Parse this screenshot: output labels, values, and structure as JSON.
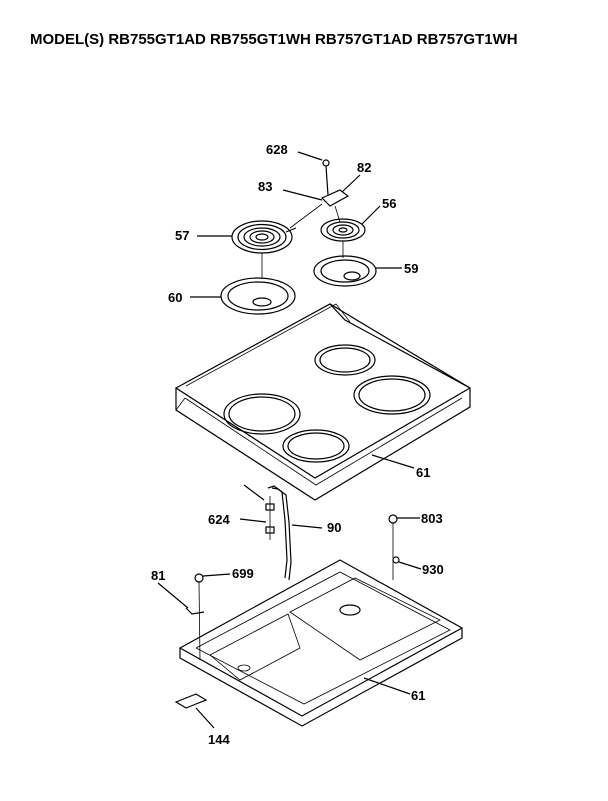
{
  "header": {
    "model_line": "MODEL(S) RB755GT1AD RB755GT1WH RB757GT1AD RB757GT1WH"
  },
  "callouts": {
    "p628": "628",
    "p82": "82",
    "p83": "83",
    "p56": "56",
    "p57": "57",
    "p59": "59",
    "p60": "60",
    "p61_top": "61",
    "p624": "624",
    "p90": "90",
    "p803": "803",
    "p81": "81",
    "p699": "699",
    "p930": "930",
    "p61_bottom": "61",
    "p144": "144"
  }
}
